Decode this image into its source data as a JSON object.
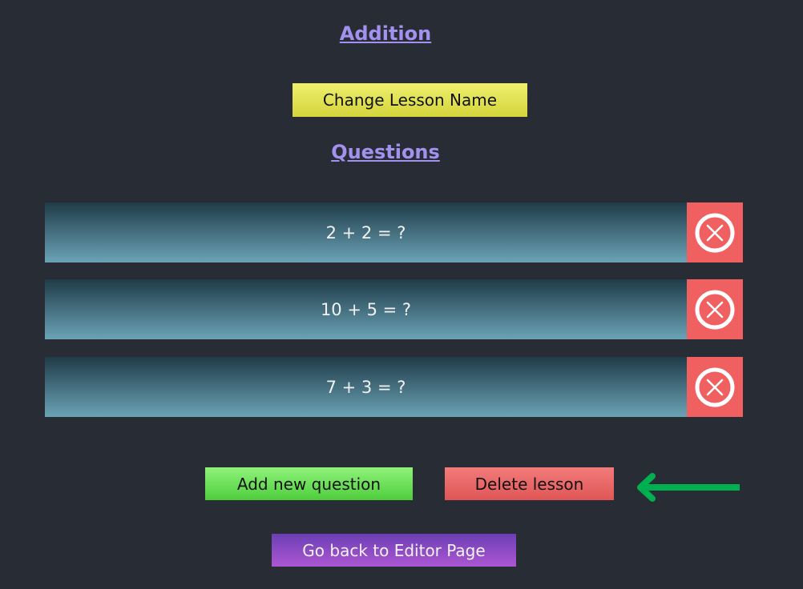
{
  "lesson": {
    "title": "Addition"
  },
  "buttons": {
    "change_name": "Change Lesson Name",
    "add_question": "Add new question",
    "delete_lesson": "Delete lesson",
    "go_back": "Go back to Editor Page"
  },
  "questions_heading": "Questions",
  "questions": [
    {
      "text": "2 + 2 = ?"
    },
    {
      "text": "10 + 5 = ?"
    },
    {
      "text": "7 + 3 = ?"
    }
  ],
  "icons": {
    "delete_question": "close-circle-icon",
    "pointer": "arrow-left-icon"
  },
  "colors": {
    "background": "#282c34",
    "heading": "#a391f0",
    "delete_red": "#f06060",
    "arrow_green": "#00b050"
  }
}
